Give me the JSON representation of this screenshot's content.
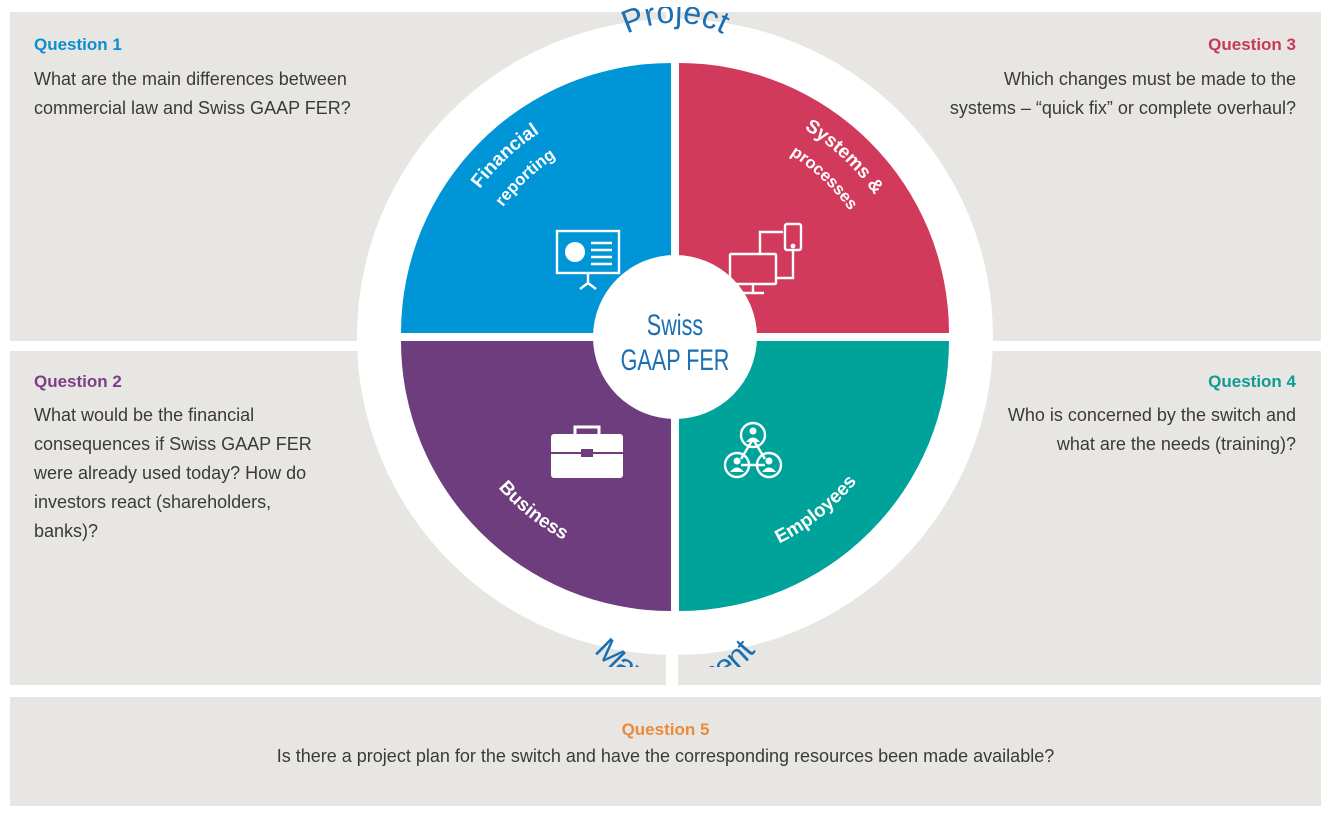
{
  "colors": {
    "panel_bg": "#e8e6e2",
    "financial_reporting": "#0095d6",
    "systems_processes": "#d13a5a",
    "business": "#6e3d7d",
    "employees": "#00a39a",
    "question1": "#0a8fd1",
    "question2": "#7b3f86",
    "question3": "#c8385a",
    "question4": "#0f9a96",
    "question5": "#e98a3c",
    "wheel_label": "#1b6fb3"
  },
  "questions": {
    "q1": {
      "heading": "Question 1",
      "text": "What are the main differences between commercial law and Swiss GAAP FER?"
    },
    "q2": {
      "heading": "Question 2",
      "text": "What would be the financial consequences if Swiss GAAP FER were already used today? How do investors react (shareholders, banks)?"
    },
    "q3": {
      "heading": "Question 3",
      "text": "Which changes must be made to the systems – “quick fix” or complete overhaul?"
    },
    "q4": {
      "heading": "Question 4",
      "text": "Who is concerned by the switch and what are the needs (training)?"
    },
    "q5": {
      "heading": "Question 5",
      "text": "Is there a project plan for the switch and have the corresponding resources been made available?"
    }
  },
  "wheel": {
    "outer_top_label": "Project",
    "outer_bottom_label": "Management",
    "center_line1": "Swiss",
    "center_line2": "GAAP FER",
    "segments": {
      "financial_reporting": {
        "line1": "Financial",
        "line2": "reporting",
        "icon": "presentation-board-icon"
      },
      "systems_processes": {
        "line1": "Systems &",
        "line2": "processes",
        "icon": "devices-icon"
      },
      "business": {
        "label": "Business",
        "icon": "briefcase-icon"
      },
      "employees": {
        "label": "Employees",
        "icon": "people-network-icon"
      }
    }
  }
}
